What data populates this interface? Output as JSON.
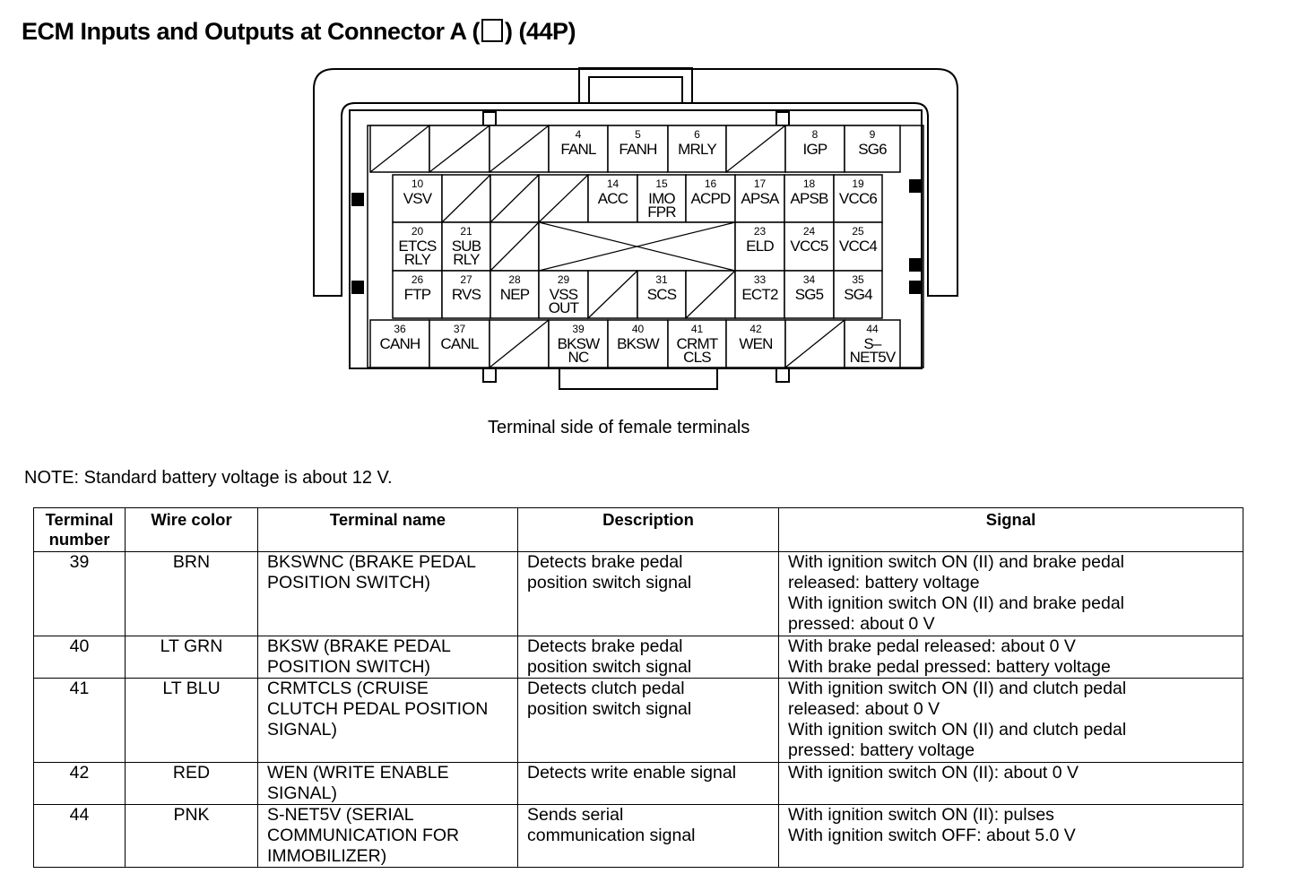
{
  "page": {
    "title_before": "ECM Inputs and Outputs at Connector A (",
    "title_after": ") (44P)",
    "caption": "Terminal side of female terminals",
    "note": "NOTE: Standard battery voltage is about 12 V."
  },
  "connector": {
    "terminals": [
      {
        "num": "4",
        "name": "FANL"
      },
      {
        "num": "5",
        "name": "FANH"
      },
      {
        "num": "6",
        "name": "MRLY"
      },
      {
        "num": "8",
        "name": "IGP"
      },
      {
        "num": "9",
        "name": "SG6"
      },
      {
        "num": "10",
        "name": "VSV"
      },
      {
        "num": "14",
        "name": "ACC"
      },
      {
        "num": "15",
        "name": "IMO\nFPR"
      },
      {
        "num": "16",
        "name": "ACPD"
      },
      {
        "num": "17",
        "name": "APSA"
      },
      {
        "num": "18",
        "name": "APSB"
      },
      {
        "num": "19",
        "name": "VCC6"
      },
      {
        "num": "20",
        "name": "ETCS\nRLY"
      },
      {
        "num": "21",
        "name": "SUB\nRLY"
      },
      {
        "num": "23",
        "name": "ELD"
      },
      {
        "num": "24",
        "name": "VCC5"
      },
      {
        "num": "25",
        "name": "VCC4"
      },
      {
        "num": "26",
        "name": "FTP"
      },
      {
        "num": "27",
        "name": "RVS"
      },
      {
        "num": "28",
        "name": "NEP"
      },
      {
        "num": "29",
        "name": "VSS\nOUT"
      },
      {
        "num": "31",
        "name": "SCS"
      },
      {
        "num": "33",
        "name": "ECT2"
      },
      {
        "num": "34",
        "name": "SG5"
      },
      {
        "num": "35",
        "name": "SG4"
      },
      {
        "num": "36",
        "name": "CANH"
      },
      {
        "num": "37",
        "name": "CANL"
      },
      {
        "num": "39",
        "name": "BKSW\nNC"
      },
      {
        "num": "40",
        "name": "BKSW"
      },
      {
        "num": "41",
        "name": "CRMT\nCLS"
      },
      {
        "num": "42",
        "name": "WEN"
      },
      {
        "num": "44",
        "name": "S–\nNET5V"
      }
    ]
  },
  "table": {
    "headers": [
      "Terminal\nnumber",
      "Wire color",
      "Terminal name",
      "Description",
      "Signal"
    ],
    "rows": [
      {
        "terminal": "39",
        "wire": "BRN",
        "name": "BKSWNC (BRAKE PEDAL\nPOSITION SWITCH)",
        "description": "Detects brake pedal\nposition switch signal",
        "signal": "With ignition switch ON (II) and brake pedal\nreleased: battery voltage\nWith ignition switch ON (II) and brake pedal\npressed: about 0 V"
      },
      {
        "terminal": "40",
        "wire": "LT GRN",
        "name": "BKSW (BRAKE PEDAL\nPOSITION SWITCH)",
        "description": "Detects brake pedal\nposition switch signal",
        "signal": "With brake pedal released: about 0 V\nWith brake pedal pressed: battery voltage"
      },
      {
        "terminal": "41",
        "wire": "LT BLU",
        "name": "CRMTCLS (CRUISE\nCLUTCH PEDAL POSITION\nSIGNAL)",
        "description": "Detects clutch pedal\nposition switch signal",
        "signal": "With ignition switch ON (II) and clutch pedal\nreleased: about 0 V\nWith ignition switch ON (II) and clutch pedal\npressed: battery voltage"
      },
      {
        "terminal": "42",
        "wire": "RED",
        "name": "WEN (WRITE ENABLE\nSIGNAL)",
        "description": "Detects write enable signal",
        "signal": "With ignition switch ON (II): about 0 V"
      },
      {
        "terminal": "44",
        "wire": "PNK",
        "name": "S-NET5V (SERIAL\nCOMMUNICATION FOR\nIMMOBILIZER)",
        "description": "Sends serial\ncommunication signal",
        "signal": "With ignition switch ON (II): pulses\nWith ignition switch OFF: about 5.0 V"
      }
    ]
  }
}
